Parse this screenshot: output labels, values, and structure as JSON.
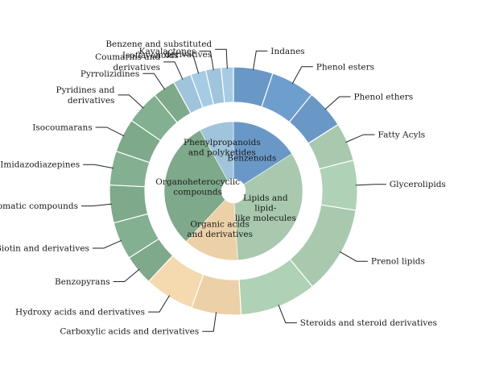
{
  "chart_data": {
    "type": "pie",
    "title": "",
    "palette": {
      "Benzenoids": "#6a98c6",
      "Phenylpropanoids and polyketides": "#9fc4db",
      "Lipids and lipid-like molecules": "#a8c9ae",
      "Organic acids and derivatives": "#ecd1a8",
      "Organoheterocyclic compounds": "#7ea98a"
    },
    "inner": [
      {
        "name": "Benzenoids",
        "label_lines": [
          "Benzenoids"
        ],
        "value": 16
      },
      {
        "name": "Lipids and lipid-like molecules",
        "label_lines": [
          "Lipids and",
          "lipid-",
          "like molecules"
        ],
        "value": 33
      },
      {
        "name": "Organic acids and derivatives",
        "label_lines": [
          "Organic acids",
          "and derivatives"
        ],
        "value": 13
      },
      {
        "name": "Organoheterocyclic compounds",
        "label_lines": [
          "Organoheterocyclic",
          "compounds"
        ],
        "value": 30
      },
      {
        "name": "Phenylpropanoids and polyketides",
        "label_lines": [
          "Phenylpropanoids",
          "and polyketides"
        ],
        "value": 8
      }
    ],
    "outer": [
      {
        "name": "Indanes",
        "group": "Benzenoids",
        "value": 4.5,
        "label_lines": [
          "Indanes"
        ]
      },
      {
        "name": "Phenol esters",
        "group": "Benzenoids",
        "value": 5,
        "label_lines": [
          "Phenol esters"
        ]
      },
      {
        "name": "Phenol ethers",
        "group": "Benzenoids",
        "value": 4.5,
        "label_lines": [
          "Phenol ethers"
        ]
      },
      {
        "name": "Fatty Acyls",
        "group": "Lipids and lipid-like molecules",
        "value": 5,
        "label_lines": [
          "Fatty Acyls"
        ]
      },
      {
        "name": "Glycerolipids",
        "group": "Lipids and lipid-like molecules",
        "value": 6.5,
        "label_lines": [
          "Glycerolipids"
        ]
      },
      {
        "name": "Prenol lipids",
        "group": "Lipids and lipid-like molecules",
        "value": 11.5,
        "label_lines": [
          "Prenol lipids"
        ]
      },
      {
        "name": "Steroids and steroid derivatives",
        "group": "Lipids and lipid-like molecules",
        "value": 10,
        "label_lines": [
          "Steroids and steroid derivatives"
        ]
      },
      {
        "name": "Carboxylic acids and derivatives",
        "group": "Organic acids and derivatives",
        "value": 7,
        "label_lines": [
          "Carboxylic acids and derivatives"
        ]
      },
      {
        "name": "Hydroxy acids and derivatives",
        "group": "Organic acids and derivatives",
        "value": 7,
        "label_lines": [
          "Hydroxy acids and derivatives"
        ]
      },
      {
        "name": "Benzopyrans",
        "group": "Organoheterocyclic compounds",
        "value": 4,
        "label_lines": [
          "Benzopyrans"
        ]
      },
      {
        "name": "Biotin and derivatives",
        "group": "Organoheterocyclic compounds",
        "value": 5,
        "label_lines": [
          "Biotin and derivatives"
        ]
      },
      {
        "name": "Heteroaromatic compounds",
        "group": "Organoheterocyclic compounds",
        "value": 5,
        "label_lines": [
          "Heteroaromatic compounds"
        ]
      },
      {
        "name": "Imidazodiazepines",
        "group": "Organoheterocyclic compounds",
        "value": 4.5,
        "label_lines": [
          "Imidazodiazepines"
        ]
      },
      {
        "name": "Isocoumarans",
        "group": "Organoheterocyclic compounds",
        "value": 4.5,
        "label_lines": [
          "Isocoumarans"
        ]
      },
      {
        "name": "Pyridines and derivatives",
        "group": "Organoheterocyclic compounds",
        "value": 4.5,
        "label_lines": [
          "Pyridines and",
          "derivatives"
        ]
      },
      {
        "name": "Pyrrolizidines",
        "group": "Organoheterocyclic compounds",
        "value": 3,
        "label_lines": [
          "Pyrrolizidines"
        ]
      },
      {
        "name": "Coumarins and derivatives",
        "group": "Phenylpropanoids and polyketides",
        "value": 3,
        "label_lines": [
          "Coumarins and",
          "derivatives"
        ]
      },
      {
        "name": "Isoflavonoids",
        "group": "Phenylpropanoids and polyketides",
        "value": 2.5,
        "label_lines": [
          "Isoflavonoids"
        ]
      },
      {
        "name": "Kavalactones",
        "group": "Phenylpropanoids and polyketides",
        "value": 2.5,
        "label_lines": [
          "Kavalactones"
        ]
      },
      {
        "name": "Benzene and substituted derivatives",
        "group": "Phenylpropanoids and polyketides",
        "value": 2,
        "label_lines": [
          "Benzene and substituted",
          "derivatives"
        ]
      }
    ]
  }
}
